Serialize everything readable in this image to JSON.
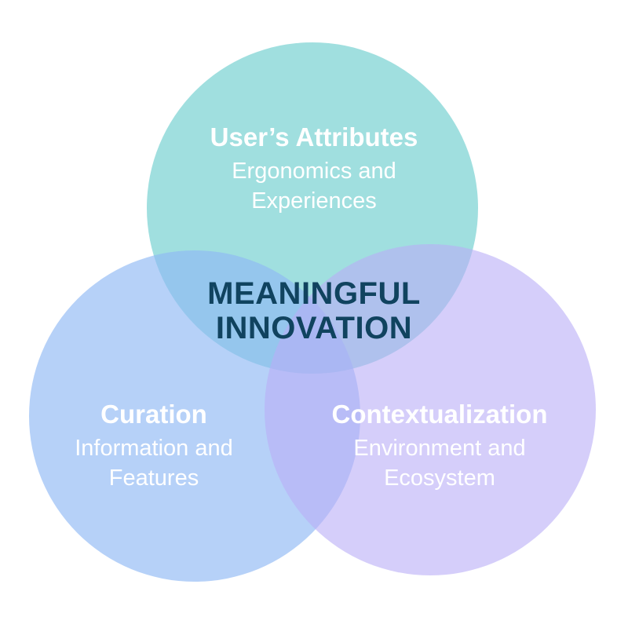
{
  "diagram": {
    "center": {
      "line1": "MEANINGFUL",
      "line2": "INNOVATION"
    },
    "circles": [
      {
        "title": "User’s Attributes",
        "subtitle_line1": "Ergonomics and",
        "subtitle_line2": "Experiences",
        "color": "#80d4d4"
      },
      {
        "title": "Curation",
        "subtitle_line1": "Information and",
        "subtitle_line2": "Features",
        "color": "#8fb8f5"
      },
      {
        "title": "Contextualization",
        "subtitle_line1": "Environment and",
        "subtitle_line2": "Ecosystem",
        "color": "#c2b8f7"
      }
    ],
    "text_color": "#ffffff",
    "center_text_color": "#10435f"
  }
}
